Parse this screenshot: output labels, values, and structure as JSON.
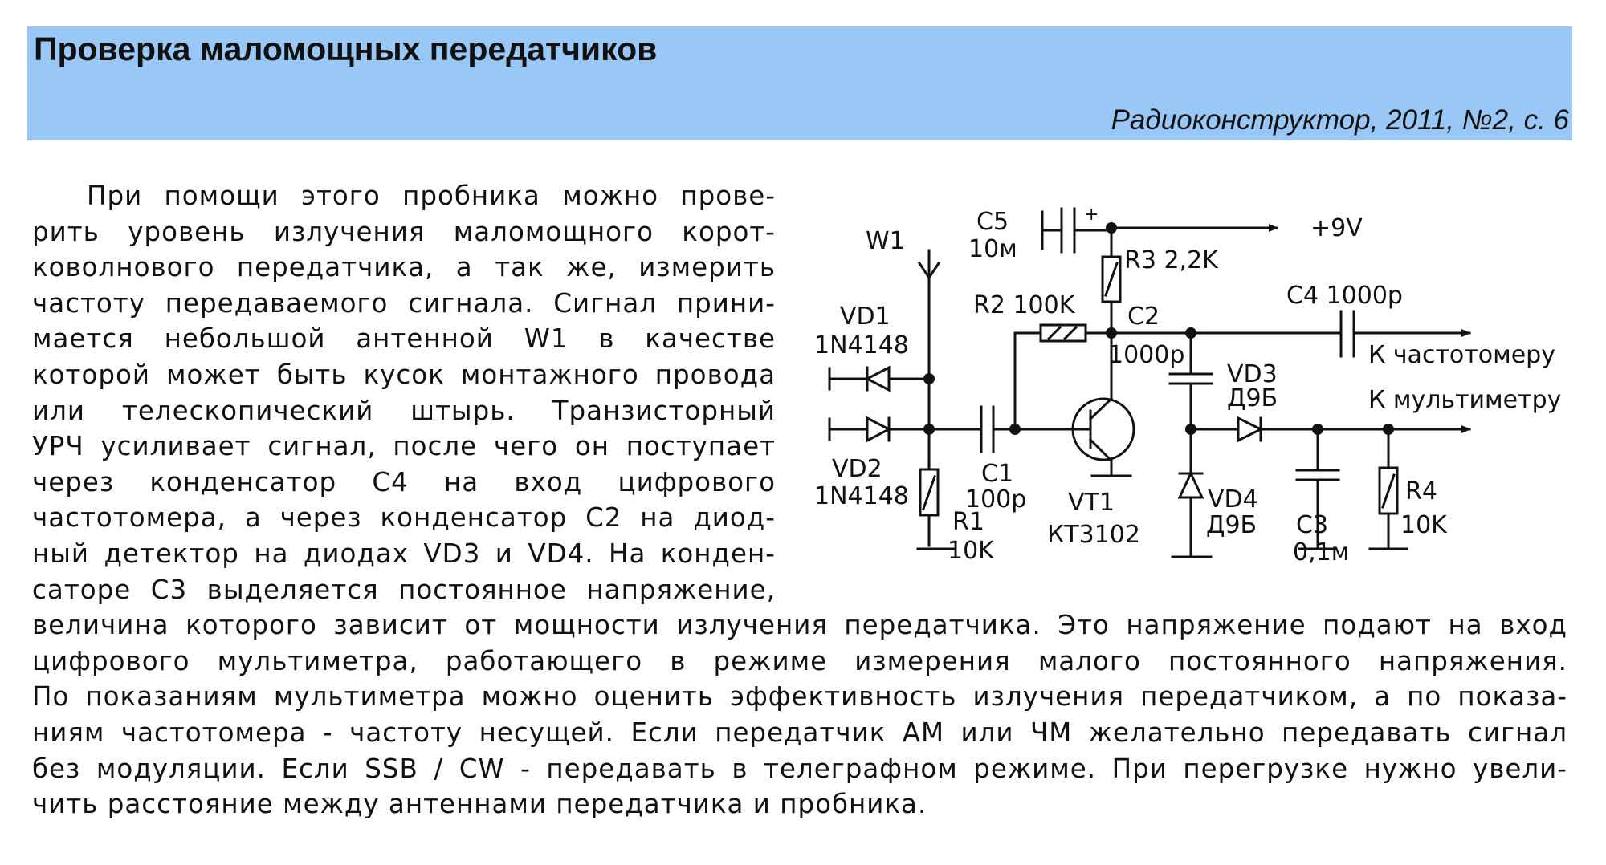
{
  "header": {
    "title": "Проверка маломощных передатчиков",
    "source": "Радиоконструктор, 2011, №2, с. 6"
  },
  "article": {
    "wrapped_lines": [
      "При помощи этого пробника можно прове-",
      "рить уровень излучения маломощного корот-",
      "коволнового передатчика, а так же, измерить",
      "частоту передаваемого сигнала. Сигнал прини-",
      "мается небольшой антенной W1 в качестве",
      "которой может быть кусок монтажного провода",
      "или телескопический штырь. Транзисторный",
      "УРЧ усиливает сигнал, после чего он поступает",
      "через конденсатор С4 на вход цифрового",
      "частотомера, а через конденсатор С2 на диод-",
      "ный детектор на диодах VD3 и VD4. На конден-",
      "саторе С3 выделяется постоянное напряжение,"
    ],
    "full_lines": [
      "величина которого зависит от мощности излучения передатчика. Это напряжение подают на вход",
      "цифрового мультиметра, работающего в   режиме   измерения малого постоянного напряжения.",
      "По показаниям мультиметра можно оценить эффективность излучения передатчиком, а по показа-",
      "ниям частотомера - частоту несущей. Если передатчик АМ или ЧМ желательно передавать сигнал",
      "без модуляции. Если SSB / CW - передавать в телеграфном режиме. При перегрузке нужно увели-",
      "чить расстояние между антеннами передатчика и пробника."
    ]
  },
  "schematic": {
    "labels": {
      "w1": "W1",
      "c5": "C5",
      "c5_value": "10м",
      "plus": "+",
      "supply": "+9V",
      "r3": "R3 2,2K",
      "r2": "R2 100K",
      "c2": "C2",
      "c2_value": "1000p",
      "c4": "C4 1000p",
      "to_freq_meter": "К частотомеру",
      "vd3": "VD3",
      "vd3_type": "Д9Б",
      "to_multimeter": "К мультиметру",
      "vd1": "VD1",
      "vd1_type": "1N4148",
      "vd2": "VD2",
      "vd2_type": "1N4148",
      "c1": "C1",
      "c1_value": "100p",
      "r1": "R1",
      "r1_value": "10K",
      "vt1": "VT1",
      "vt1_type": "КТ3102",
      "vd4": "VD4",
      "vd4_type": "Д9Б",
      "c3": "C3",
      "c3_value": "0,1м",
      "r4": "R4",
      "r4_value": "10K"
    }
  }
}
